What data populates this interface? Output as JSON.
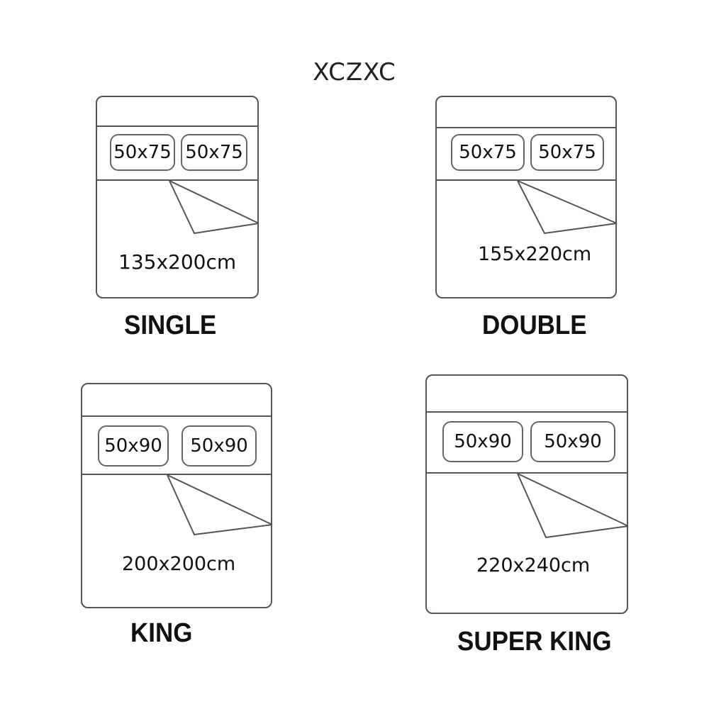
{
  "brand": "XCZXC",
  "beds": [
    {
      "name": "SINGLE",
      "size": "135x200cm",
      "pillows": [
        "50x75",
        "50x75"
      ]
    },
    {
      "name": "DOUBLE",
      "size": "155x220cm",
      "pillows": [
        "50x75",
        "50x75"
      ]
    },
    {
      "name": "KING",
      "size": "200x200cm",
      "pillows": [
        "50x90",
        "50x90"
      ]
    },
    {
      "name": "SUPER KING",
      "size": "220x240cm",
      "pillows": [
        "50x90",
        "50x90"
      ]
    }
  ]
}
